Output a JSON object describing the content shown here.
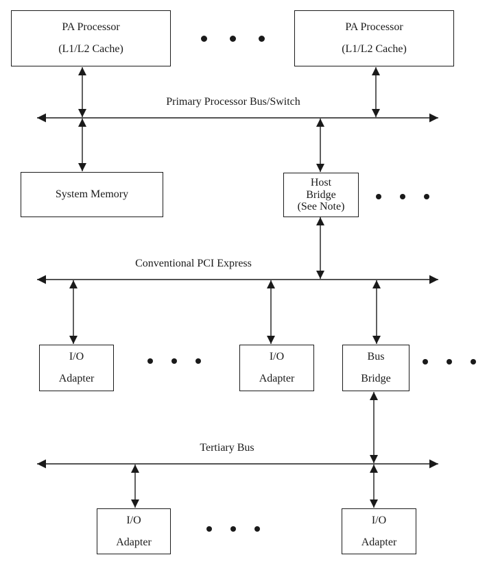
{
  "colors": {
    "ink": "#1a1a1a",
    "background": "#ffffff"
  },
  "boxes": {
    "pa_processor_left": {
      "line1": "PA Processor",
      "line2": "(L1/L2 Cache)"
    },
    "pa_processor_right": {
      "line1": "PA Processor",
      "line2": "(L1/L2 Cache)"
    },
    "system_memory": {
      "line1": "System Memory"
    },
    "host_bridge": {
      "line1": "Host",
      "line2": "Bridge",
      "line3": "(See Note)"
    },
    "io_adapter_top_left": {
      "line1": "I/O",
      "line2": "Adapter"
    },
    "io_adapter_top_middle": {
      "line1": "I/O",
      "line2": "Adapter"
    },
    "bus_bridge": {
      "line1": "Bus",
      "line2": "Bridge"
    },
    "io_adapter_bottom_left": {
      "line1": "I/O",
      "line2": "Adapter"
    },
    "io_adapter_bottom_right": {
      "line1": "I/O",
      "line2": "Adapter"
    }
  },
  "bus_labels": {
    "primary": "Primary Processor Bus/Switch",
    "pci": "Conventional PCI Express",
    "tertiary": "Tertiary Bus"
  }
}
